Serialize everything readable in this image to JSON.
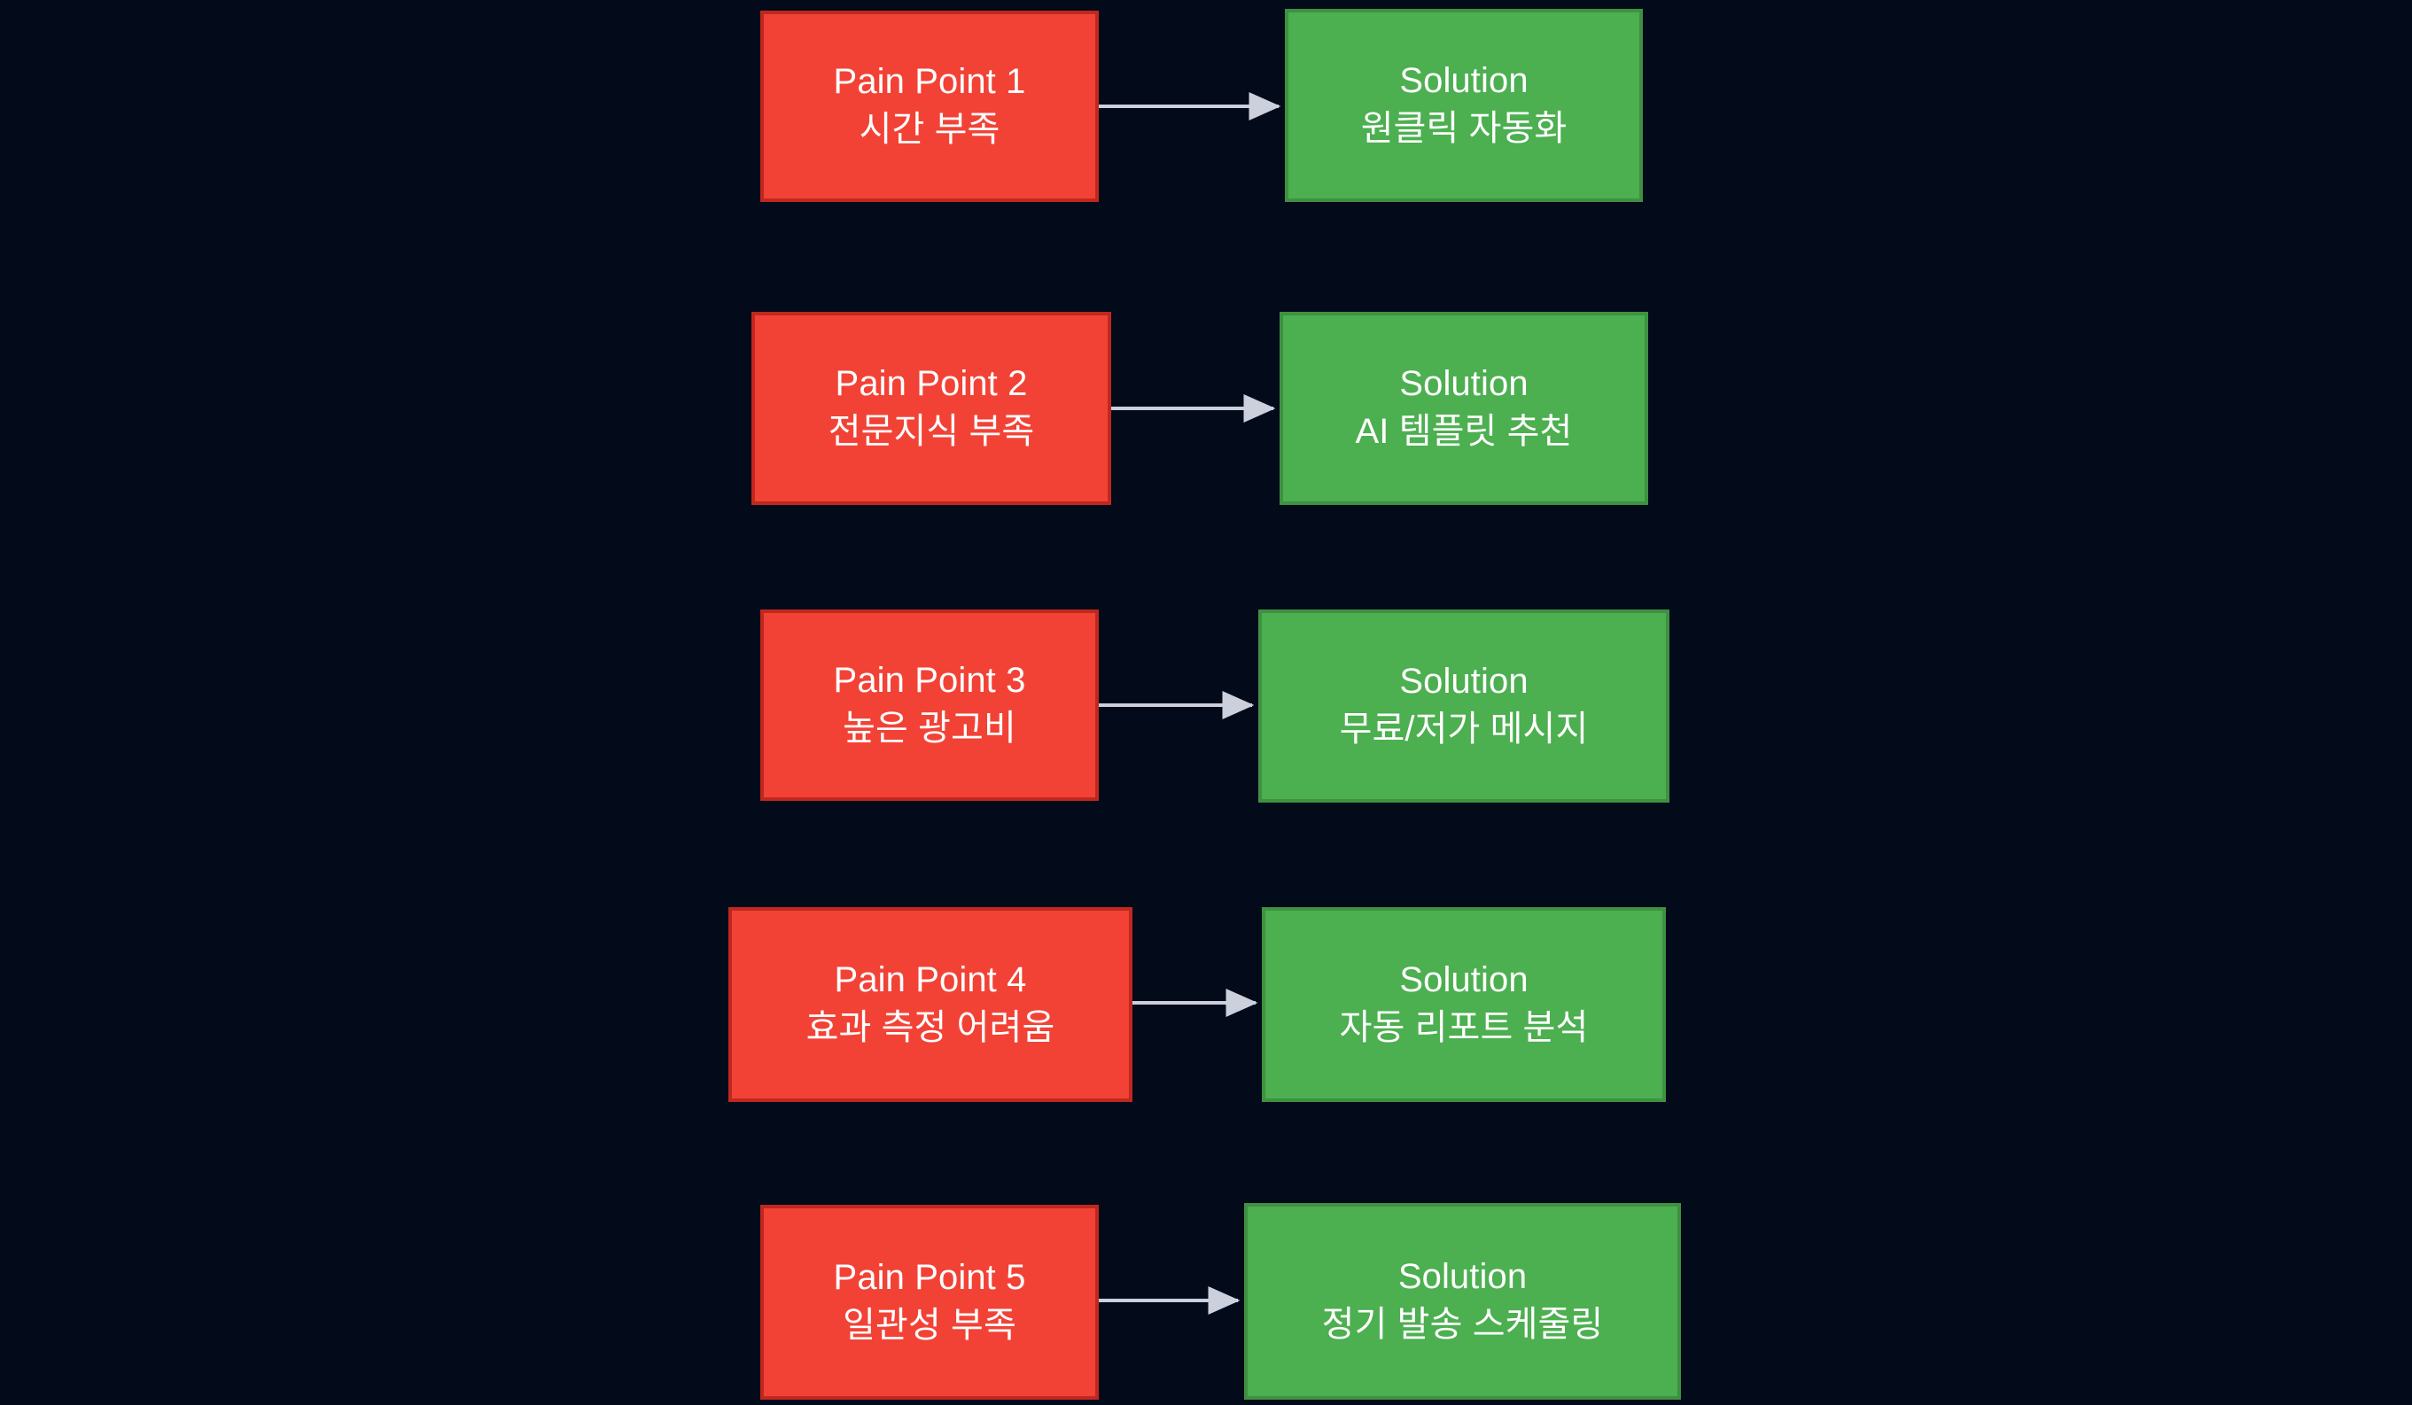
{
  "diagram": {
    "type": "flowchart",
    "direction": "left-to-right",
    "background_color": "#030a1a",
    "pain_color": "#f24236",
    "pain_border_color": "#c0281f",
    "solution_color": "#4caf50",
    "solution_border_color": "#3f9142",
    "arrow_color": "#ccd0dc",
    "text_color": "#ffffff"
  },
  "pairs": [
    {
      "pain": {
        "title": "Pain Point 1",
        "detail": "시간 부족"
      },
      "solution": {
        "title": "Solution",
        "detail": "원클릭 자동화"
      }
    },
    {
      "pain": {
        "title": "Pain Point 2",
        "detail": "전문지식 부족"
      },
      "solution": {
        "title": "Solution",
        "detail": "AI 템플릿 추천"
      }
    },
    {
      "pain": {
        "title": "Pain Point 3",
        "detail": "높은 광고비"
      },
      "solution": {
        "title": "Solution",
        "detail": "무료/저가 메시지"
      }
    },
    {
      "pain": {
        "title": "Pain Point 4",
        "detail": "효과 측정 어려움"
      },
      "solution": {
        "title": "Solution",
        "detail": "자동 리포트 분석"
      }
    },
    {
      "pain": {
        "title": "Pain Point 5",
        "detail": "일관성 부족"
      },
      "solution": {
        "title": "Solution",
        "detail": "정기 발송 스케줄링"
      }
    }
  ]
}
